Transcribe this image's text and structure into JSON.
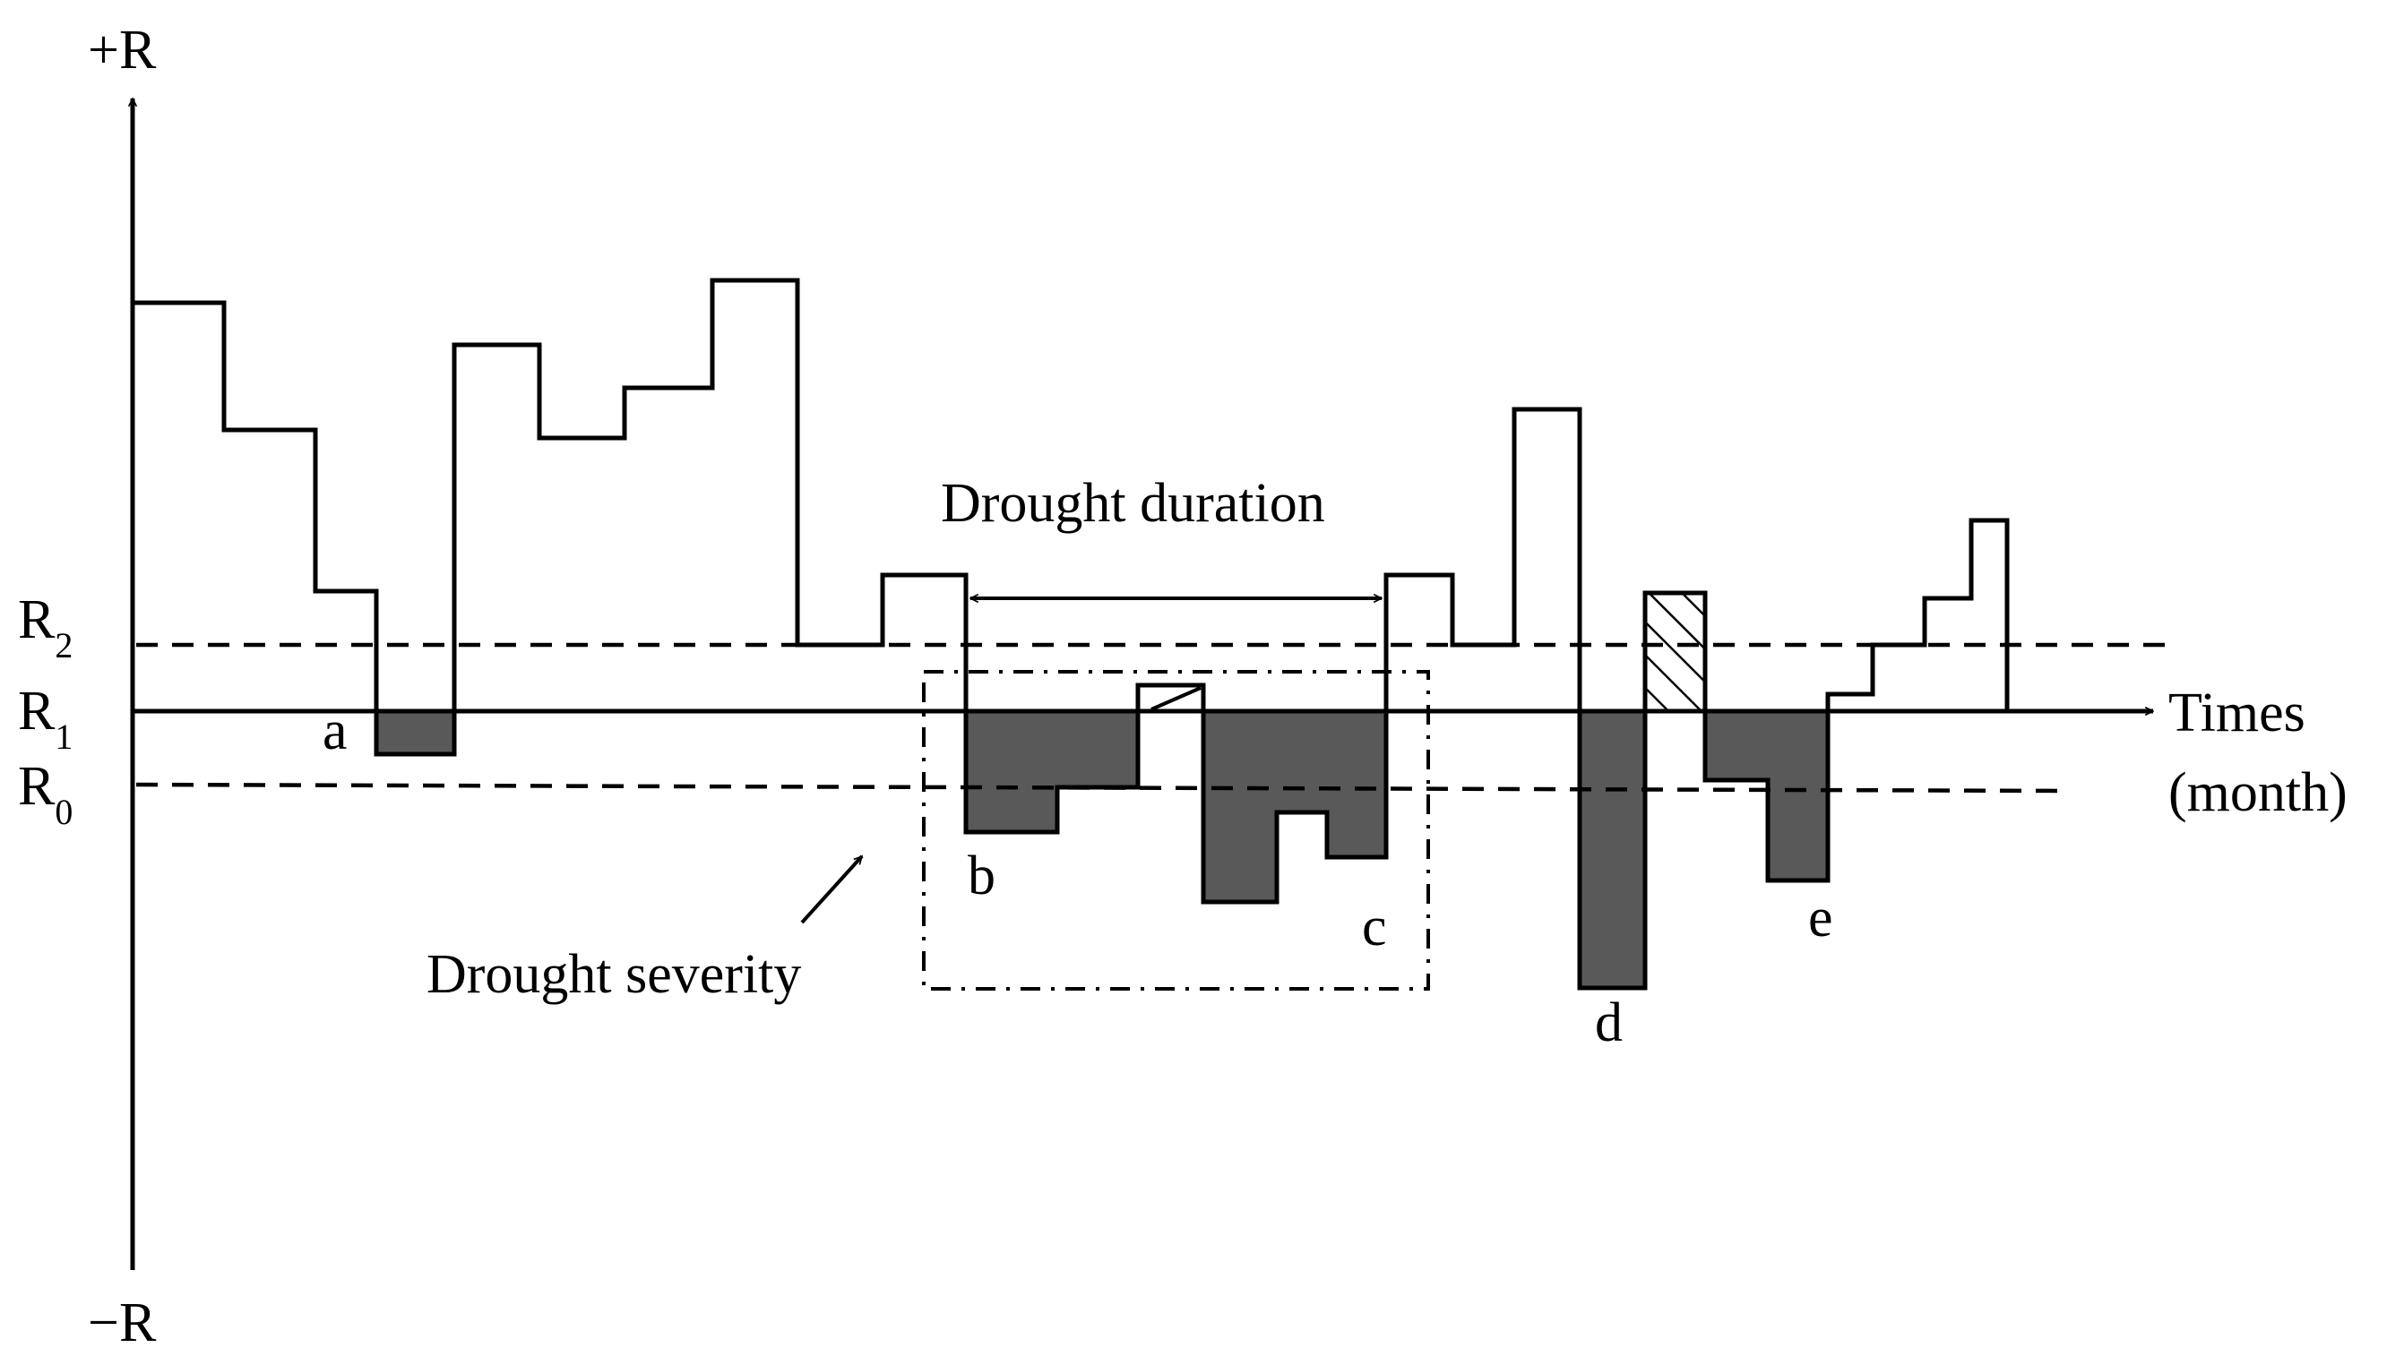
{
  "axis": {
    "y_top_label": "+R",
    "y_bottom_label": "−R",
    "x_label_line1": "Times",
    "x_label_line2": "(month)"
  },
  "thresholds": {
    "r2": {
      "base": "R",
      "sub": "2"
    },
    "r1": {
      "base": "R",
      "sub": "1"
    },
    "r0": {
      "base": "R",
      "sub": "0"
    }
  },
  "annotations": {
    "duration": "Drought duration",
    "severity": "Drought severity"
  },
  "events": {
    "a": "a",
    "b": "b",
    "c": "c",
    "d": "d",
    "e": "e"
  },
  "colors": {
    "line": "#000000",
    "deficit_fill": "#595959",
    "background": "#ffffff"
  }
}
